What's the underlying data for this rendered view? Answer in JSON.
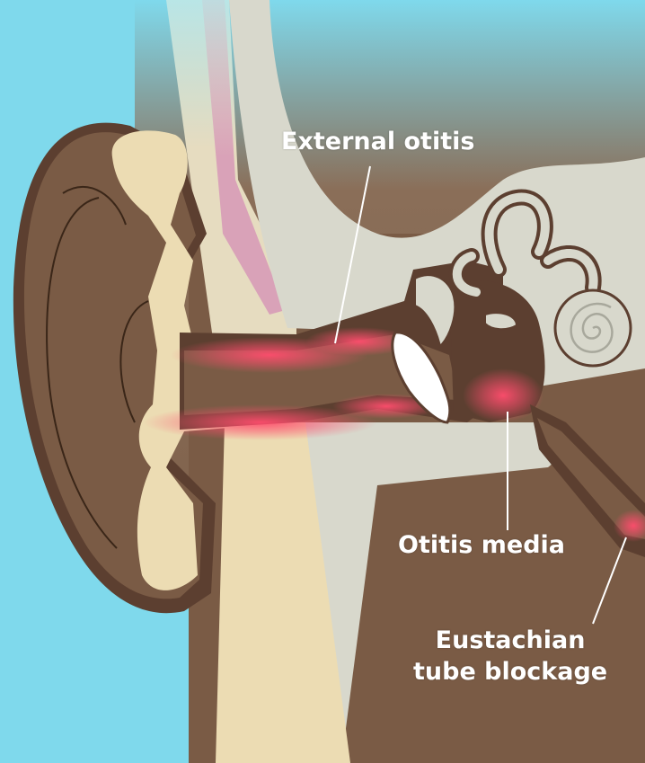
{
  "colors": {
    "background": "#7fd9ec",
    "skin": "#7a5b45",
    "skin_dark": "#5c3f30",
    "cartilage": "#ecdcb3",
    "bone": "#d8d8cc",
    "inflammation": "#ff4d6d",
    "pointer_line": "#ffffff",
    "label_text": "#ffffff"
  },
  "labels": {
    "external_otitis": "External otitis",
    "otitis_media": "Otitis media",
    "eustachian_line1": "Eustachian",
    "eustachian_line2": "tube blockage"
  }
}
